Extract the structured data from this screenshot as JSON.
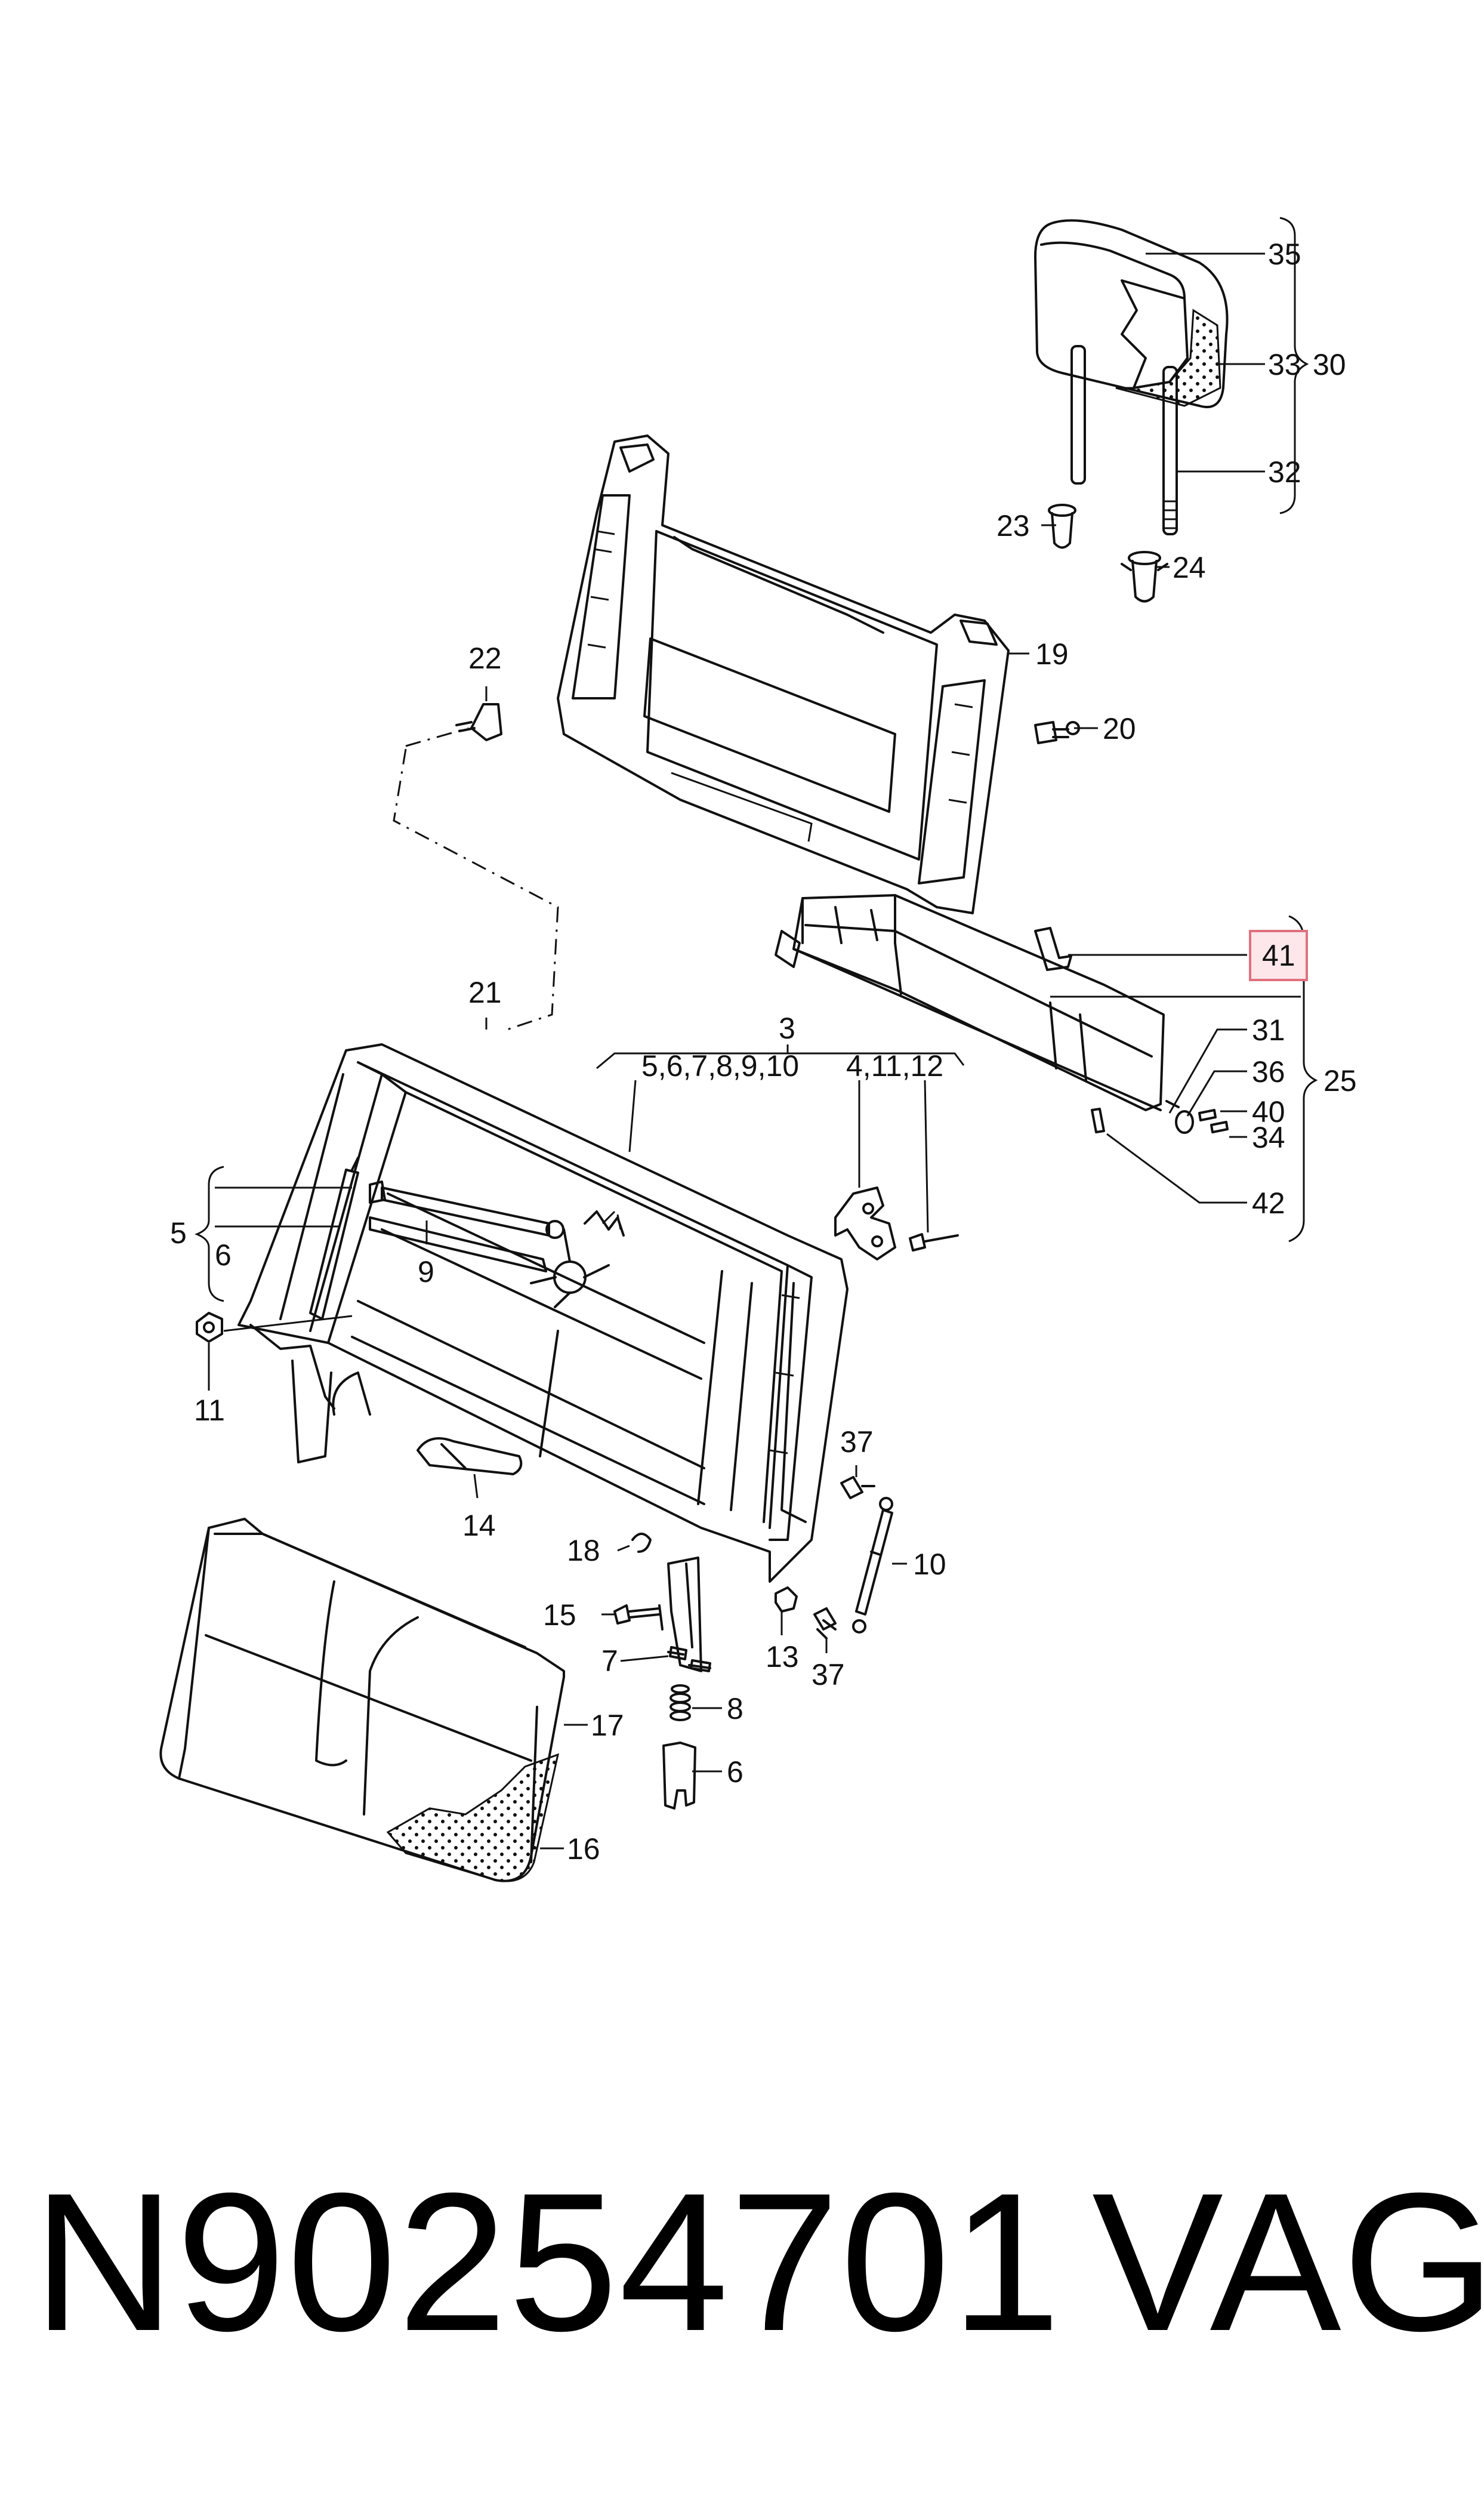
{
  "footer": {
    "part_number": "N90254701",
    "brand": "VAG"
  },
  "callouts": {
    "c35": "35",
    "c33": "33",
    "c30": "30",
    "c32": "32",
    "c23": "23",
    "c24": "24",
    "c19": "19",
    "c20": "20",
    "c22": "22",
    "c41": "41",
    "c31": "31",
    "c36": "36",
    "c25": "25",
    "c40": "40",
    "c34": "34",
    "c42": "42",
    "c21": "21",
    "c3": "3",
    "g_5_10": "5,6,7,8,9,10",
    "g_4_12": "4,11,12",
    "c5": "5",
    "c6a": "6",
    "c9": "9",
    "c11": "11",
    "c14": "14",
    "c37a": "37",
    "c10": "10",
    "c18": "18",
    "c15": "15",
    "c13": "13",
    "c37b": "37",
    "c7": "7",
    "c8": "8",
    "c6b": "6",
    "c17": "17",
    "c16": "16"
  },
  "highlighted_callout": "41",
  "colors": {
    "highlight_fill": "#fde7ea",
    "highlight_border": "#e0707e",
    "line": "#111111"
  }
}
